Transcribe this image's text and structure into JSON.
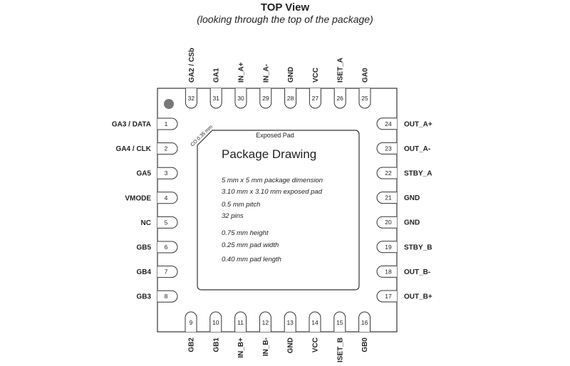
{
  "header": {
    "title": "TOP View",
    "subtitle": "(looking through the top of the package)"
  },
  "exposed_pad": {
    "label": "Exposed Pad",
    "chamfer_label": "CO 0.35 mm",
    "drawing_title": "Package Drawing",
    "specs": [
      "5  mm x 5 mm package dimension",
      "3.10 mm  x 3.10 mm exposed pad",
      "0.5 mm pitch",
      "32  pins",
      "0.75 mm height",
      "0.25 mm pad width",
      "0.40 mm pad length"
    ]
  },
  "pins": {
    "left": [
      {
        "num": "1",
        "name": "GA3 / DATA"
      },
      {
        "num": "2",
        "name": "GA4 / CLK"
      },
      {
        "num": "3",
        "name": "GA5"
      },
      {
        "num": "4",
        "name": "VMODE"
      },
      {
        "num": "5",
        "name": "NC"
      },
      {
        "num": "6",
        "name": "GB5"
      },
      {
        "num": "7",
        "name": "GB4"
      },
      {
        "num": "8",
        "name": "GB3"
      }
    ],
    "bottom": [
      {
        "num": "9",
        "name": "GB2"
      },
      {
        "num": "10",
        "name": "GB1"
      },
      {
        "num": "11",
        "name": "IN_B+"
      },
      {
        "num": "12",
        "name": "IN_B-"
      },
      {
        "num": "13",
        "name": "GND"
      },
      {
        "num": "14",
        "name": "VCC"
      },
      {
        "num": "15",
        "name": "ISET_B"
      },
      {
        "num": "16",
        "name": "GB0"
      }
    ],
    "right": [
      {
        "num": "17",
        "name": "OUT_B+"
      },
      {
        "num": "18",
        "name": "OUT_B-"
      },
      {
        "num": "19",
        "name": "STBY_B"
      },
      {
        "num": "20",
        "name": "GND"
      },
      {
        "num": "21",
        "name": "GND"
      },
      {
        "num": "22",
        "name": "STBY_A"
      },
      {
        "num": "23",
        "name": "OUT_A-"
      },
      {
        "num": "24",
        "name": "OUT_A+"
      }
    ],
    "top": [
      {
        "num": "25",
        "name": "GA0"
      },
      {
        "num": "26",
        "name": "ISET_A"
      },
      {
        "num": "27",
        "name": "VCC"
      },
      {
        "num": "28",
        "name": "GND"
      },
      {
        "num": "29",
        "name": "IN_A-"
      },
      {
        "num": "30",
        "name": "IN_A+"
      },
      {
        "num": "31",
        "name": "GA1"
      },
      {
        "num": "32",
        "name": "GA2 / CSb"
      }
    ]
  }
}
